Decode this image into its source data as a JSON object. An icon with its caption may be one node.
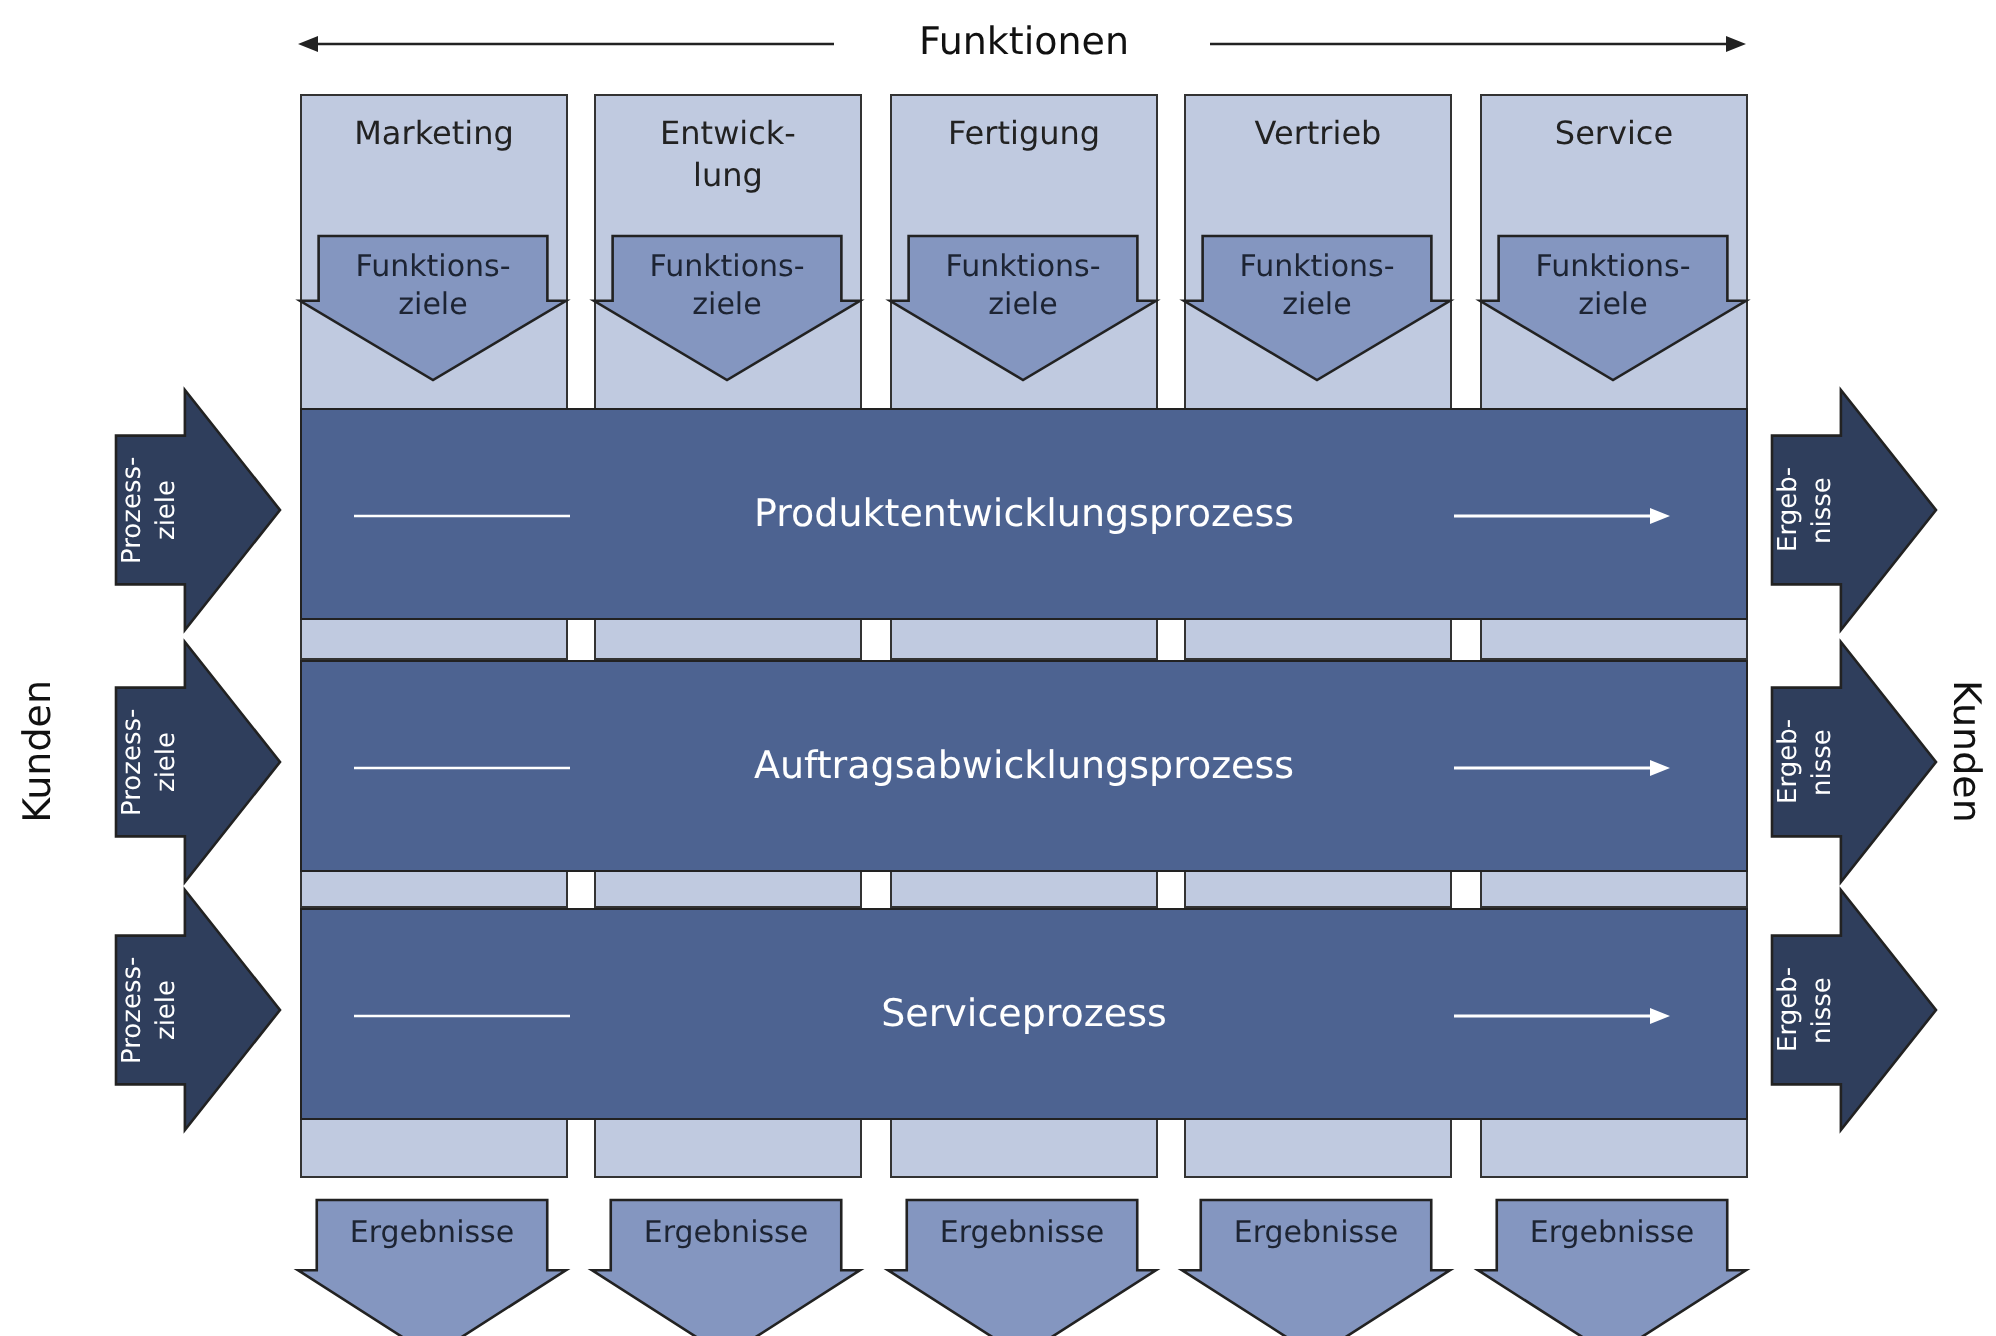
{
  "diagram": {
    "nodes": [
      {
        "text": [
          "Marketing"
        ]
      },
      {
        "text": [
          "Funktions- ziele"
        ],
        "in": 0
      },
      {
        "text": [
          "Entwick- lung"
        ]
      },
      {
        "text": [
          "Funktions- ziele"
        ],
        "in": 2
      },
      {
        "text": [
          "Fertigung"
        ]
      },
      {
        "text": [
          "Funktions- ziele"
        ],
        "in": 4
      },
      {
        "text": [
          "Vertrieb"
        ]
      },
      {
        "text": [
          "Funktions- ziele"
        ],
        "in": 6
      },
      {
        "text": [
          "Service"
        ]
      },
      {
        "text": [
          "Funktions- ziele"
        ],
        "in": 8
      },
      {
        "text": [
          "Prozess- ziele"
        ]
      },
      {
        "text": [
          "Produktentwicklungsprozess"
        ]
      },
      {
        "text": [
          "Ergeb- nisse"
        ]
      },
      {
        "text": [
          "Prozess- ziele"
        ]
      },
      {
        "text": [
          "Auftragsabwicklungsprozess"
        ]
      },
      {
        "text": [
          "Ergeb- nisse"
        ]
      },
      {
        "text": [
          "Prozess- ziele"
        ]
      },
      {
        "text": [
          "Serviceprozess"
        ]
      },
      {
        "text": [
          "Ergeb- nisse"
        ]
      },
      {
        "text": [
          "Ergebnisse"
        ]
      },
      {
        "text": [
          "Ergebnisse"
        ]
      },
      {
        "text": [
          "Ergebnisse"
        ]
      },
      {
        "text": [
          "Ergebnisse"
        ]
      },
      {
        "text": [
          "Ergebnisse"
        ]
      },
      {
        "text": [],
        "shape": "box"
      },
      {
        "text": [],
        "shape": "box"
      },
      {
        "text": [],
        "shape": "box"
      },
      {
        "text": [],
        "shape": "box"
      },
      {
        "text": [],
        "shape": "box"
      },
      {
        "text": [],
        "shape": "box"
      },
      {
        "text": [],
        "shape": "box"
      },
      {
        "text": [],
        "shape": "box"
      },
      {
        "text": [],
        "shape": "box"
      },
      {
        "text": [],
        "shape": "box"
      },
      {
        "text": [],
        "shape": "box"
      },
      {
        "text": [],
        "shape": "box"
      },
      {
        "text": [],
        "shape": "box"
      },
      {
        "text": [],
        "shape": "box"
      },
      {
        "text": [],
        "shape": "box"
      }
    ],
    "labels": [
      "Funktionen",
      "Kunden",
      "Kunden"
    ]
  }
}
